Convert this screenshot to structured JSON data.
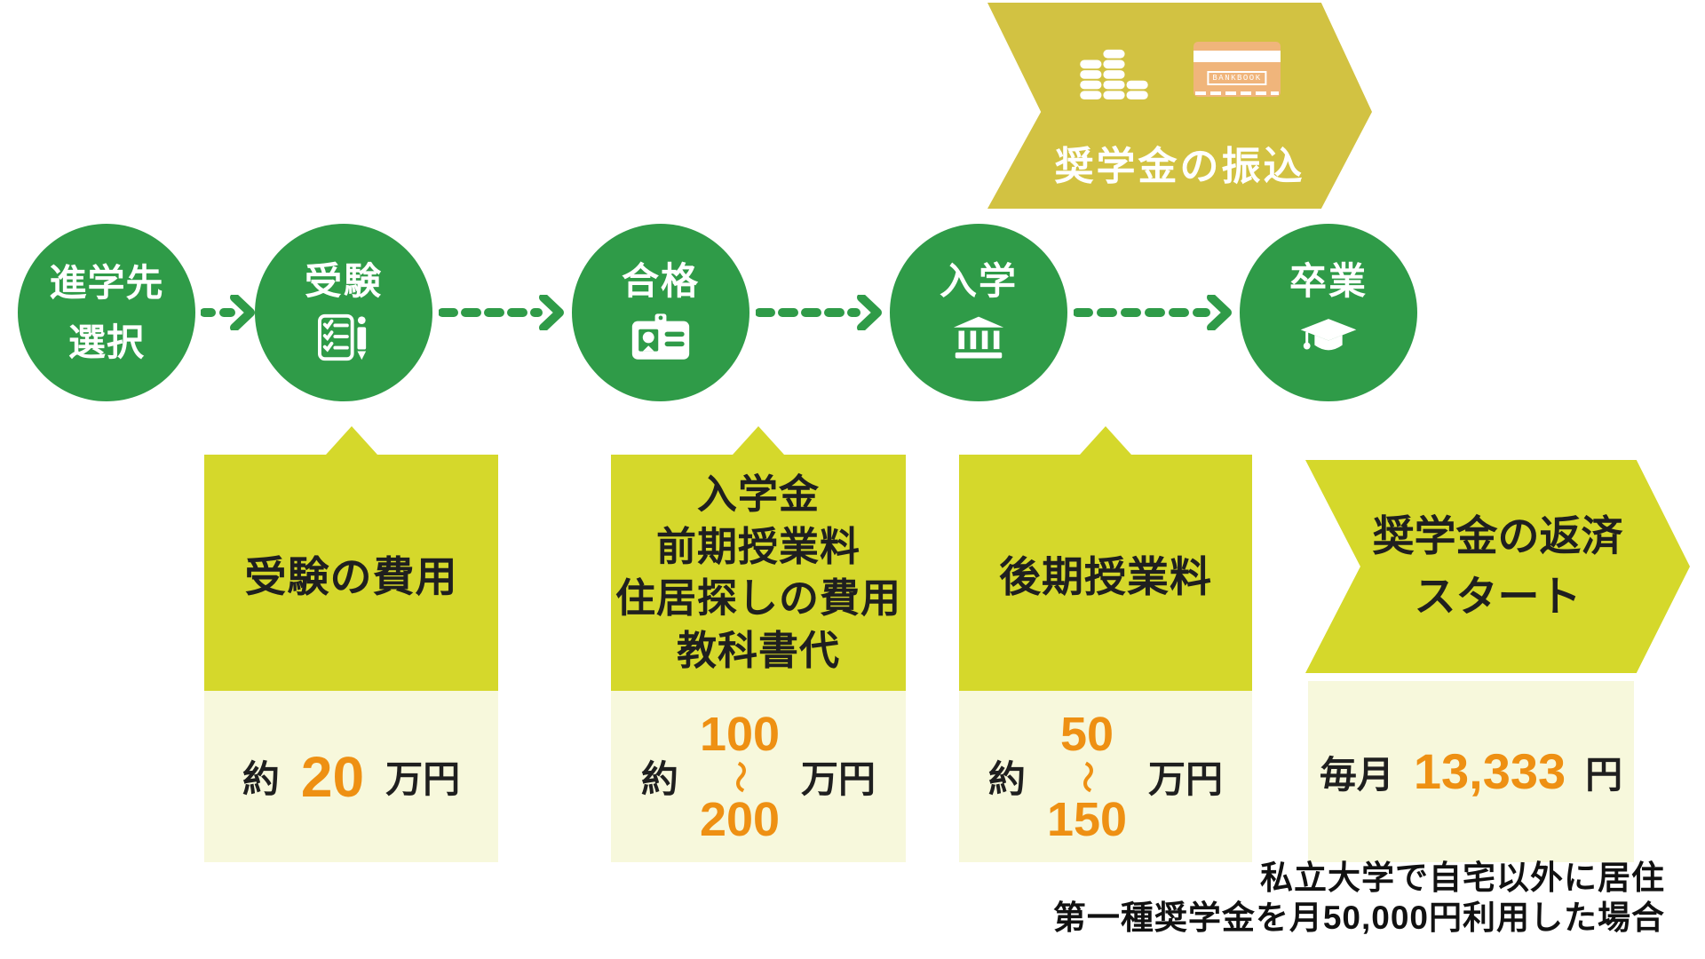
{
  "colors": {
    "green": "#2f9b48",
    "lime": "#d5d82b",
    "cream": "#f7f8dc",
    "gold": "#d2c242",
    "orange": "#ee9013",
    "dark": "#1f1f1f",
    "tan": "#f0b57b"
  },
  "banner": {
    "label": "奨学金の振込",
    "bankbook_label": "BANKBOOK",
    "icons": [
      "coins-icon",
      "bankbook-icon"
    ]
  },
  "steps": [
    {
      "lines": [
        "進学先",
        "選択"
      ],
      "icon": null
    },
    {
      "label": "受験",
      "icon": "checklist-icon"
    },
    {
      "label": "合格",
      "icon": "id-card-icon"
    },
    {
      "label": "入学",
      "icon": "bank-icon"
    },
    {
      "label": "卒業",
      "icon": "graduation-cap-icon"
    }
  ],
  "boxes": [
    {
      "title": "受験の費用",
      "amount": {
        "prefix": "約",
        "number": "20",
        "unit": "万円"
      }
    },
    {
      "lines": [
        "入学金",
        "前期授業料",
        "住居探しの費用",
        "教科書代"
      ],
      "amount": {
        "prefix": "約",
        "from": "100",
        "tilde": "〜",
        "to": "200",
        "unit": "万円"
      }
    },
    {
      "title": "後期授業料",
      "amount": {
        "prefix": "約",
        "from": "50",
        "tilde": "〜",
        "to": "150",
        "unit": "万円"
      }
    },
    {
      "lines": [
        "奨学金の返済",
        "スタート"
      ],
      "amount": {
        "prefix": "毎月",
        "number": "13,333",
        "unit": "円"
      }
    }
  ],
  "footnote": [
    "私立大学で自宅以外に居住",
    "第一種奨学金を月50,000円利用した場合"
  ]
}
